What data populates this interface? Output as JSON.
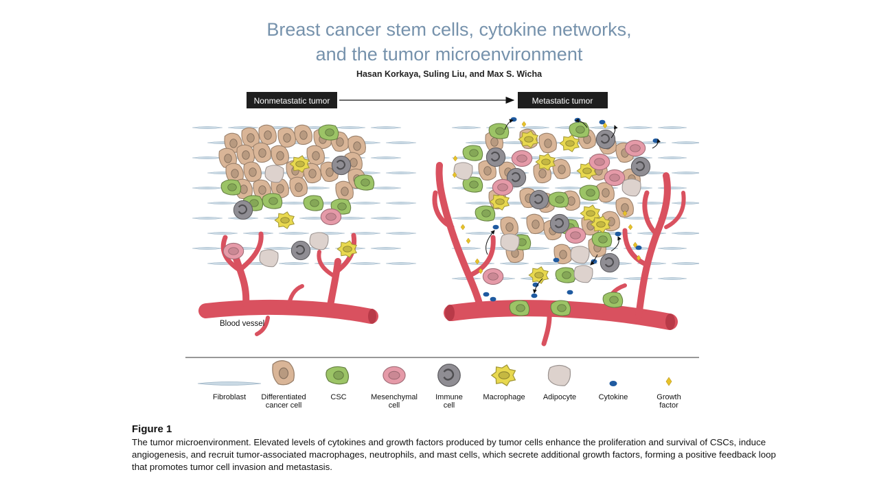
{
  "title_line1": "Breast cancer stem cells, cytokine networks,",
  "title_line2": "and the tumor microenvironment",
  "authors": "Hasan Korkaya, Suling Liu, and Max S. Wicha",
  "figure": {
    "left_box": "Nonmetastatic tumor",
    "right_box": "Metastatic tumor",
    "vessel_label": "Blood vessel",
    "legend": {
      "fibroblast": "Fibroblast",
      "differentiated_l1": "Differentiated",
      "differentiated_l2": "cancer cell",
      "csc": "CSC",
      "mesenchymal_l1": "Mesenchymal",
      "mesenchymal_l2": "cell",
      "immune_l1": "Immune",
      "immune_l2": "cell",
      "macrophage": "Macrophage",
      "adipocyte": "Adipocyte",
      "cytokine": "Cytokine",
      "growth_l1": "Growth",
      "growth_l2": "factor"
    },
    "colors": {
      "vessel": "#d9515f",
      "tan": "#d9b597",
      "csc": "#9cc466",
      "mesen": "#e59aa8",
      "immune": "#8f8d93",
      "macro": "#e8d84e",
      "adipo": "#ddd2cd",
      "cytokine": "#1f5aa0",
      "growth": "#e7c22a",
      "fibro": "#c9d9e4"
    }
  },
  "caption_title": "Figure 1",
  "caption_text": "The tumor microenvironment. Elevated levels of cytokines and growth factors produced by tumor cells enhance the proliferation and survival of CSCs, induce angiogenesis, and recruit tumor-associated macrophages, neutrophils, and mast cells, which secrete additional growth factors, forming a positive feedback loop that promotes tumor cell invasion and metastasis."
}
